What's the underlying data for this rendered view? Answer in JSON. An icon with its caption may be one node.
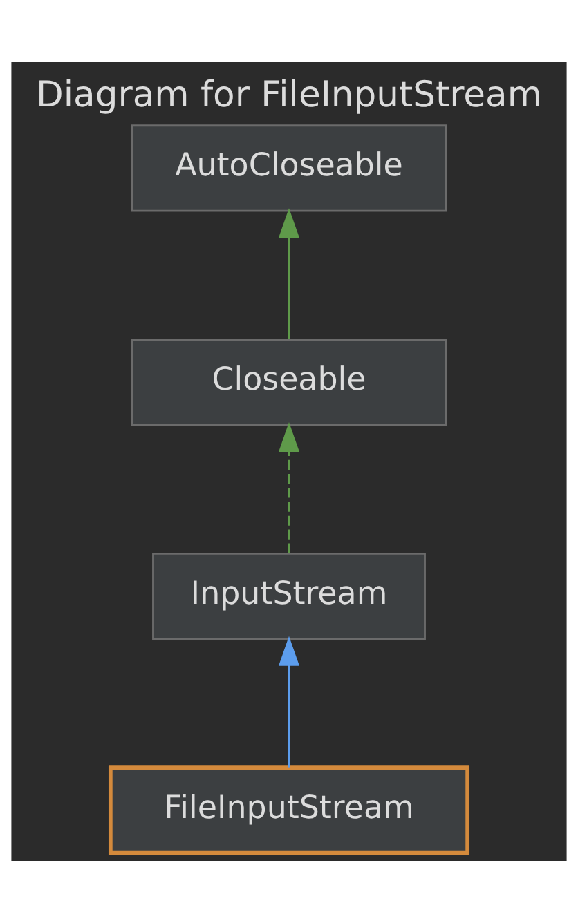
{
  "diagram": {
    "title": "Diagram for FileInputStream",
    "nodes": [
      {
        "text": [
          "AutoCloseable"
        ]
      },
      {
        "text": [
          "Closeable"
        ]
      },
      {
        "text": [
          "InputStream"
        ]
      },
      {
        "text": [
          "FileInputStream"
        ]
      }
    ],
    "edges": [
      {
        "from": 1,
        "to": 0,
        "arrow": "to"
      },
      {
        "from": 2,
        "to": 1,
        "arrow": "to",
        "style": "dashed"
      },
      {
        "from": 3,
        "to": 2,
        "arrow": "to",
        "color": "#5c9ded"
      }
    ]
  }
}
